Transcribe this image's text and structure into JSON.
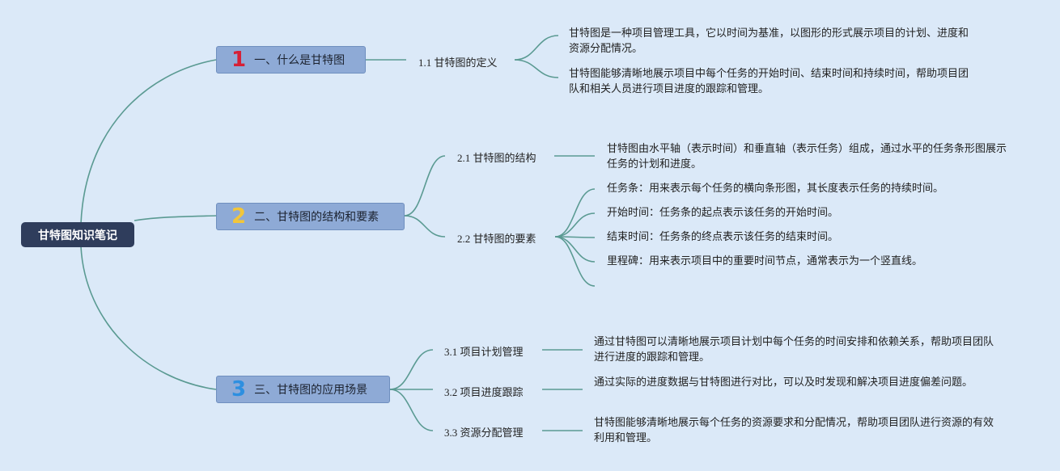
{
  "root": {
    "label": "甘特图知识笔记"
  },
  "sections": [
    {
      "num": "1",
      "num_color": "#d62036",
      "title": "一、什么是甘特图",
      "subs": [
        {
          "label_num": "1.1",
          "label_text": "甘特图的定义",
          "leaves": [
            "甘特图是一种项目管理工具，它以时间为基准，以图形的形式展示项目的计划、进度和资源分配情况。",
            "甘特图能够清晰地展示项目中每个任务的开始时间、结束时间和持续时间，帮助项目团队和相关人员进行项目进度的跟踪和管理。"
          ]
        }
      ]
    },
    {
      "num": "2",
      "num_color": "#f2c63a",
      "title": "二、甘特图的结构和要素",
      "subs": [
        {
          "label_num": "2.1",
          "label_text": "甘特图的结构",
          "leaves": [
            "甘特图由水平轴（表示时间）和垂直轴（表示任务）组成，通过水平的任务条形图展示任务的计划和进度。"
          ]
        },
        {
          "label_num": "2.2",
          "label_text": "甘特图的要素",
          "leaves": [
            "任务条：用来表示每个任务的横向条形图，其长度表示任务的持续时间。",
            "开始时间：任务条的起点表示该任务的开始时间。",
            "结束时间：任务条的终点表示该任务的结束时间。",
            "里程碑：用来表示项目中的重要时间节点，通常表示为一个竖直线。",
            ""
          ]
        }
      ]
    },
    {
      "num": "3",
      "num_color": "#2d8fe0",
      "title": "三、甘特图的应用场景",
      "subs": [
        {
          "label_num": "3.1",
          "label_text": "项目计划管理",
          "leaves": [
            "通过甘特图可以清晰地展示项目计划中每个任务的时间安排和依赖关系，帮助项目团队进行进度的跟踪和管理。"
          ]
        },
        {
          "label_num": "3.2",
          "label_text": "项目进度跟踪",
          "leaves": [
            "通过实际的进度数据与甘特图进行对比，可以及时发现和解决项目进度偏差问题。"
          ]
        },
        {
          "label_num": "3.3",
          "label_text": "资源分配管理",
          "leaves": [
            "甘特图能够清晰地展示每个任务的资源要求和分配情况，帮助项目团队进行资源的有效利用和管理。"
          ]
        }
      ]
    }
  ],
  "colors": {
    "background": "#dbe9f8",
    "link": "#5a9a92",
    "root_fill": "#2f3d5c",
    "category_fill": "#8eaad6"
  }
}
